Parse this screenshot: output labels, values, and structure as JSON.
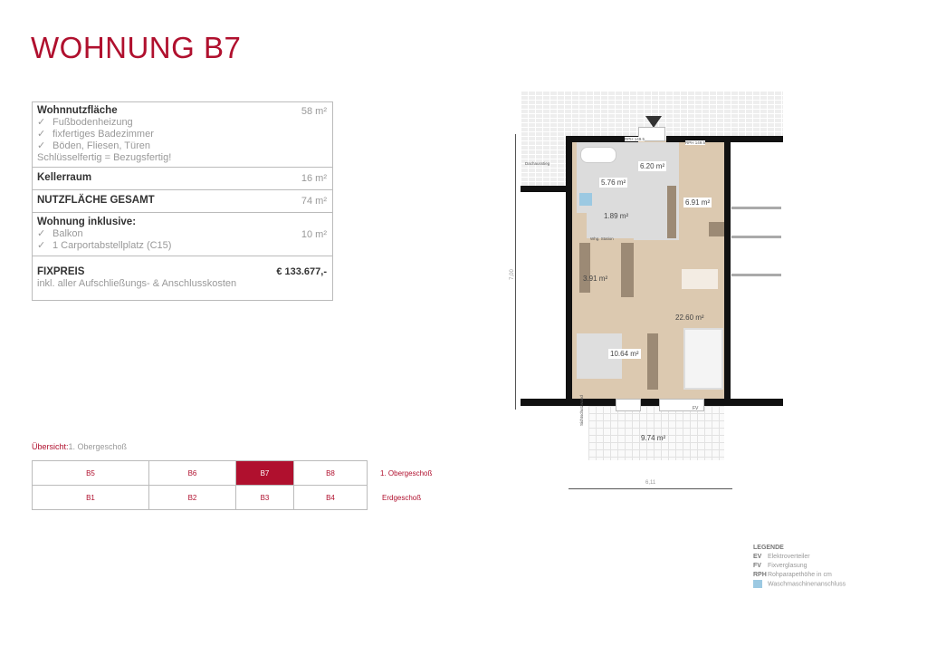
{
  "title": "WOHNUNG B7",
  "info": {
    "wohnnutz": {
      "label": "Wohnnutzfläche",
      "value": "58 m²",
      "items": [
        "Fußbodenheizung",
        "fixfertiges Badezimmer",
        "Böden, Fliesen, Türen"
      ],
      "note": "Schlüsselfertig = Bezugsfertig!"
    },
    "keller": {
      "label": "Kellerraum",
      "value": "16 m²"
    },
    "gesamt": {
      "label": "NUTZFLÄCHE GESAMT",
      "value": "74 m²"
    },
    "inklusive": {
      "label": "Wohnung inklusive:",
      "value": "10 m²",
      "items": [
        "Balkon",
        "1 Carportabstellplatz (C15)"
      ]
    },
    "fixpreis": {
      "label": "FIXPREIS",
      "value": "€ 133.677,-",
      "note": "inkl. aller Aufschließungs- & Anschlusskosten"
    },
    "check": "✓"
  },
  "overview": {
    "label": "Übersicht:",
    "floor": "1. Obergeschoß",
    "rows": [
      {
        "floor": "1. Obergeschoß",
        "units": [
          "B5",
          "B6",
          "B7",
          "B8"
        ]
      },
      {
        "floor": "Erdgeschoß",
        "units": [
          "B1",
          "B2",
          "B3",
          "B4"
        ]
      }
    ],
    "selected": "B7",
    "accent": "#b0102e"
  },
  "plan": {
    "rooms": {
      "bad": "5.76 m²",
      "flur": "6.20 m²",
      "kueche": "6.91 m²",
      "wc": "1.89 m²",
      "abstell": "3.91 m²",
      "wohnen": "22.60 m²",
      "schlafen": "10.64 m²",
      "balkon": "9.74 m²"
    },
    "rph1": "RPH 149.5",
    "rph2": "RPH 149.5",
    "dachausstieg": "Dachausstieg",
    "station": "Whg. Station",
    "fv": "FV",
    "sichtschutz": "Sichtschutzwand",
    "dim_height": "7,00",
    "dim_width": "6,11"
  },
  "legend": {
    "title": "LEGENDE",
    "items": [
      {
        "abbr": "EV",
        "text": "Elektroverteiler"
      },
      {
        "abbr": "FV",
        "text": "Fixverglasung"
      },
      {
        "abbr": "RPH",
        "text": "Rohparapethöhe in cm"
      },
      {
        "abbr": "washer-icon",
        "text": "Waschmaschinenanschluss"
      }
    ]
  }
}
